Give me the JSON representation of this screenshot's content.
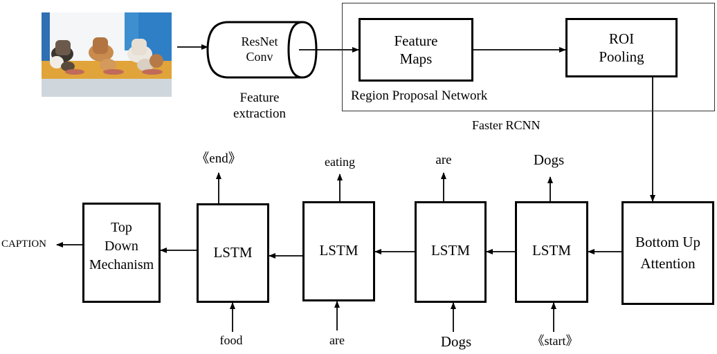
{
  "image": {
    "icon": "dogs-eating-photo"
  },
  "resnet": {
    "line1": "ResNet",
    "line2": "Conv"
  },
  "feature_extraction": {
    "line1": "Feature",
    "line2": "extraction"
  },
  "feature_maps": {
    "line1": "Feature",
    "line2": "Maps"
  },
  "roi_pooling": {
    "line1": "ROI",
    "line2": "Pooling"
  },
  "rpn_label": "Region Proposal Network",
  "faster_rcnn_label": "Faster RCNN",
  "bottom_up": {
    "line1": "Bottom Up",
    "line2": "Attention"
  },
  "top_down": {
    "line1": "Top",
    "line2": "Down",
    "line3": "Mechanism"
  },
  "caption_label": "CAPTION",
  "lstm_units": [
    {
      "label": "LSTM",
      "output": "《end》",
      "input": "food"
    },
    {
      "label": "LSTM",
      "output": "eating",
      "input": "are"
    },
    {
      "label": "LSTM",
      "output": "are",
      "input": "Dogs"
    },
    {
      "label": "LSTM",
      "output": "Dogs",
      "input": "《start》"
    }
  ]
}
